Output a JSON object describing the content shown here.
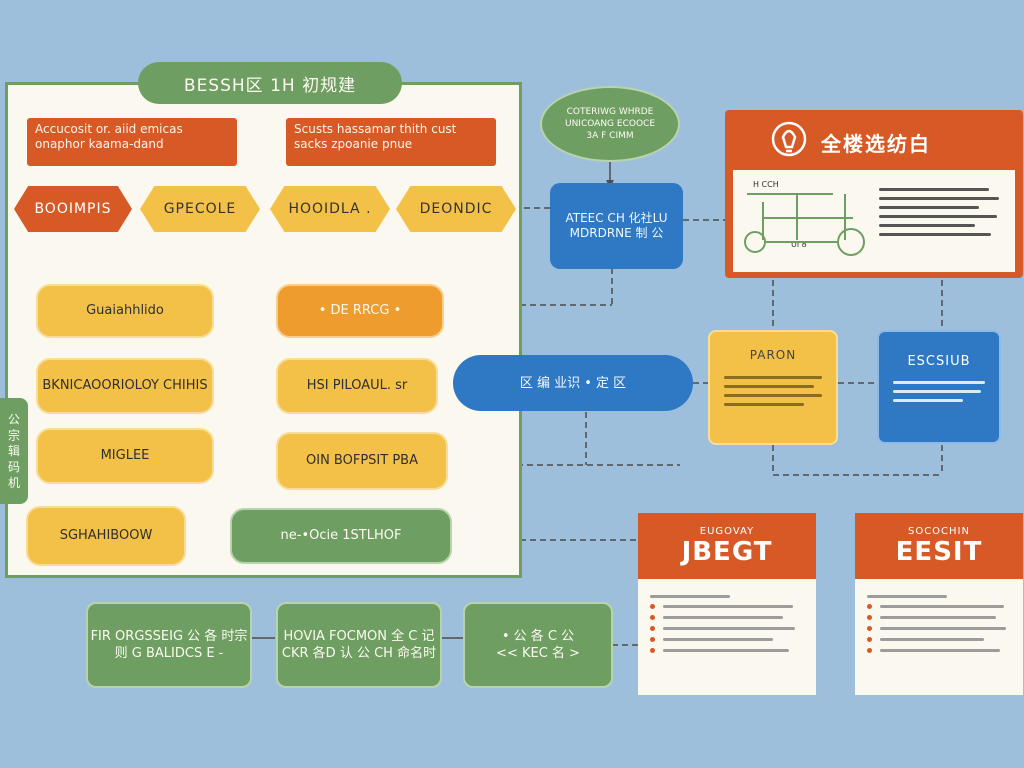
{
  "frame": {
    "title": "BESSH区 1H 初规建",
    "side_tab": "公 宗 辑 码 机"
  },
  "top_notes": {
    "left": "Accucosit or. aiid emicas onaphor kaama-dand",
    "right": "Scusts hassamar thith cust sacks zpoanie pnue"
  },
  "hexagons": [
    "BOOIMPIS",
    "GPECOLE",
    "HOOIDLA .",
    "DEONDIC"
  ],
  "left_column": [
    "Guaiahhlido",
    "BKNICAOORIOLOY CHIHIS",
    "MIGLEE",
    "SGHAHIBOOW"
  ],
  "mid_column": [
    "• DE RRCG •",
    "HSI PILOAUL. sr",
    "OIN BOFPSIT PBA",
    "ne-•Ocie  1STLHOF"
  ],
  "bottom_boxes": [
    "FIR ORGSSEIG 公 各 时宗则 G BALIDCS E  -",
    "HOVIA FOCMON 全 C 记 CKR 各D 认 公 CH 命名时",
    "• 公 各 C 公\n<< KEC 名 >"
  ],
  "bubble": "COTERIWG WHRDE UNICOANG ECOOCE 3A F CIMM",
  "blue_top": "ATEEC CH 化社LU MDRDRNE 制 公",
  "blue_mid": "区 编 业识 • 定 区",
  "panel": {
    "title": "全楼选纺白",
    "caption_a": "H CCH",
    "caption_b": "Ul 8"
  },
  "yellow_box": {
    "title": "PARON"
  },
  "blue_right": {
    "title": "ESCSIUB"
  },
  "cards": [
    {
      "small": "EUGOVAY",
      "big": "JBEGT"
    },
    {
      "small": "SOCOCHIN",
      "big": "EESIT"
    }
  ],
  "colors": {
    "background": "#9dbfdc",
    "green": "#6f9e62",
    "red": "#d75a26",
    "yellow": "#f4c148",
    "orange": "#ee9c2e",
    "blue": "#2e78c4",
    "paper": "#fbf8ef"
  },
  "icons": {
    "panel": "lightbulb-icon"
  }
}
